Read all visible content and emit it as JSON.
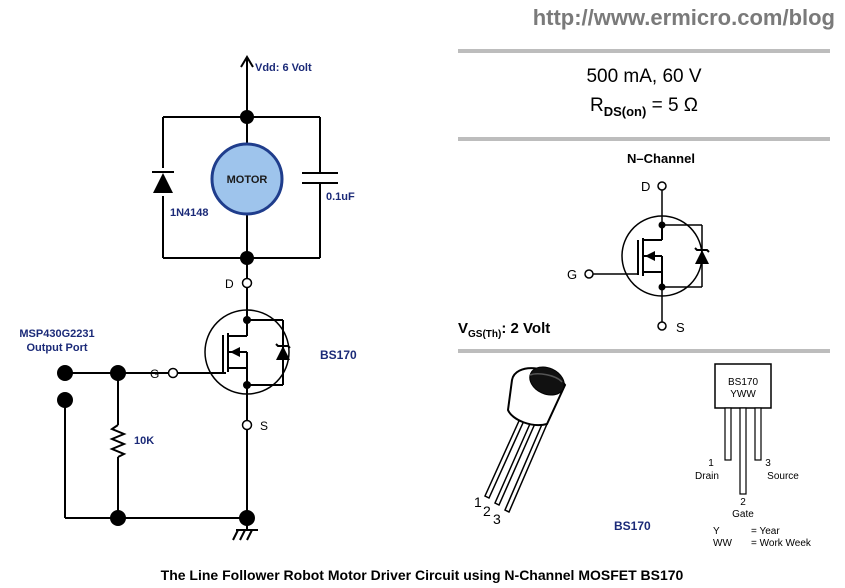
{
  "header": {
    "url": "http://www.ermicro.com/blog"
  },
  "circuit": {
    "supply": "Vdd: 6 Volt",
    "motor": "MOTOR",
    "diode": "1N4148",
    "capacitor": "0.1uF",
    "mcu_line1": "MSP430G2231",
    "mcu_line2": "Output Port",
    "resistor": "10K",
    "mosfet": "BS170",
    "pin_d": "D",
    "pin_g": "G",
    "pin_s": "S"
  },
  "specs": {
    "rating": "500 mA, 60 V",
    "rds_main": "R",
    "rds_sub": "DS(on)",
    "rds_val": " = 5 Ω",
    "channel": "N–Channel",
    "pin_d": "D",
    "pin_g": "G",
    "pin_s": "S",
    "vgs_main": "V",
    "vgs_sub": "GS(Th)",
    "vgs_val": ": 2 Volt"
  },
  "package": {
    "pin_numbers": [
      "1",
      "2",
      "3"
    ],
    "part": "BS170",
    "marking_line1": "BS170",
    "marking_line2": "YWW",
    "pin1_num": "1",
    "pin1_name": "Drain",
    "pin2_num": "2",
    "pin2_name": "Gate",
    "pin3_num": "3",
    "pin3_name": "Source",
    "legend_y_key": "Y",
    "legend_y_val": "= Year",
    "legend_ww_key": "WW",
    "legend_ww_val": "= Work Week"
  },
  "caption": "The Line Follower Robot Motor Driver Circuit using N-Channel MOSFET BS170",
  "colors": {
    "motor_fill": "#9ec4ec",
    "motor_stroke": "#1f3d8c",
    "label_navy": "#1b2a78",
    "divider": "#bdbdbd"
  }
}
